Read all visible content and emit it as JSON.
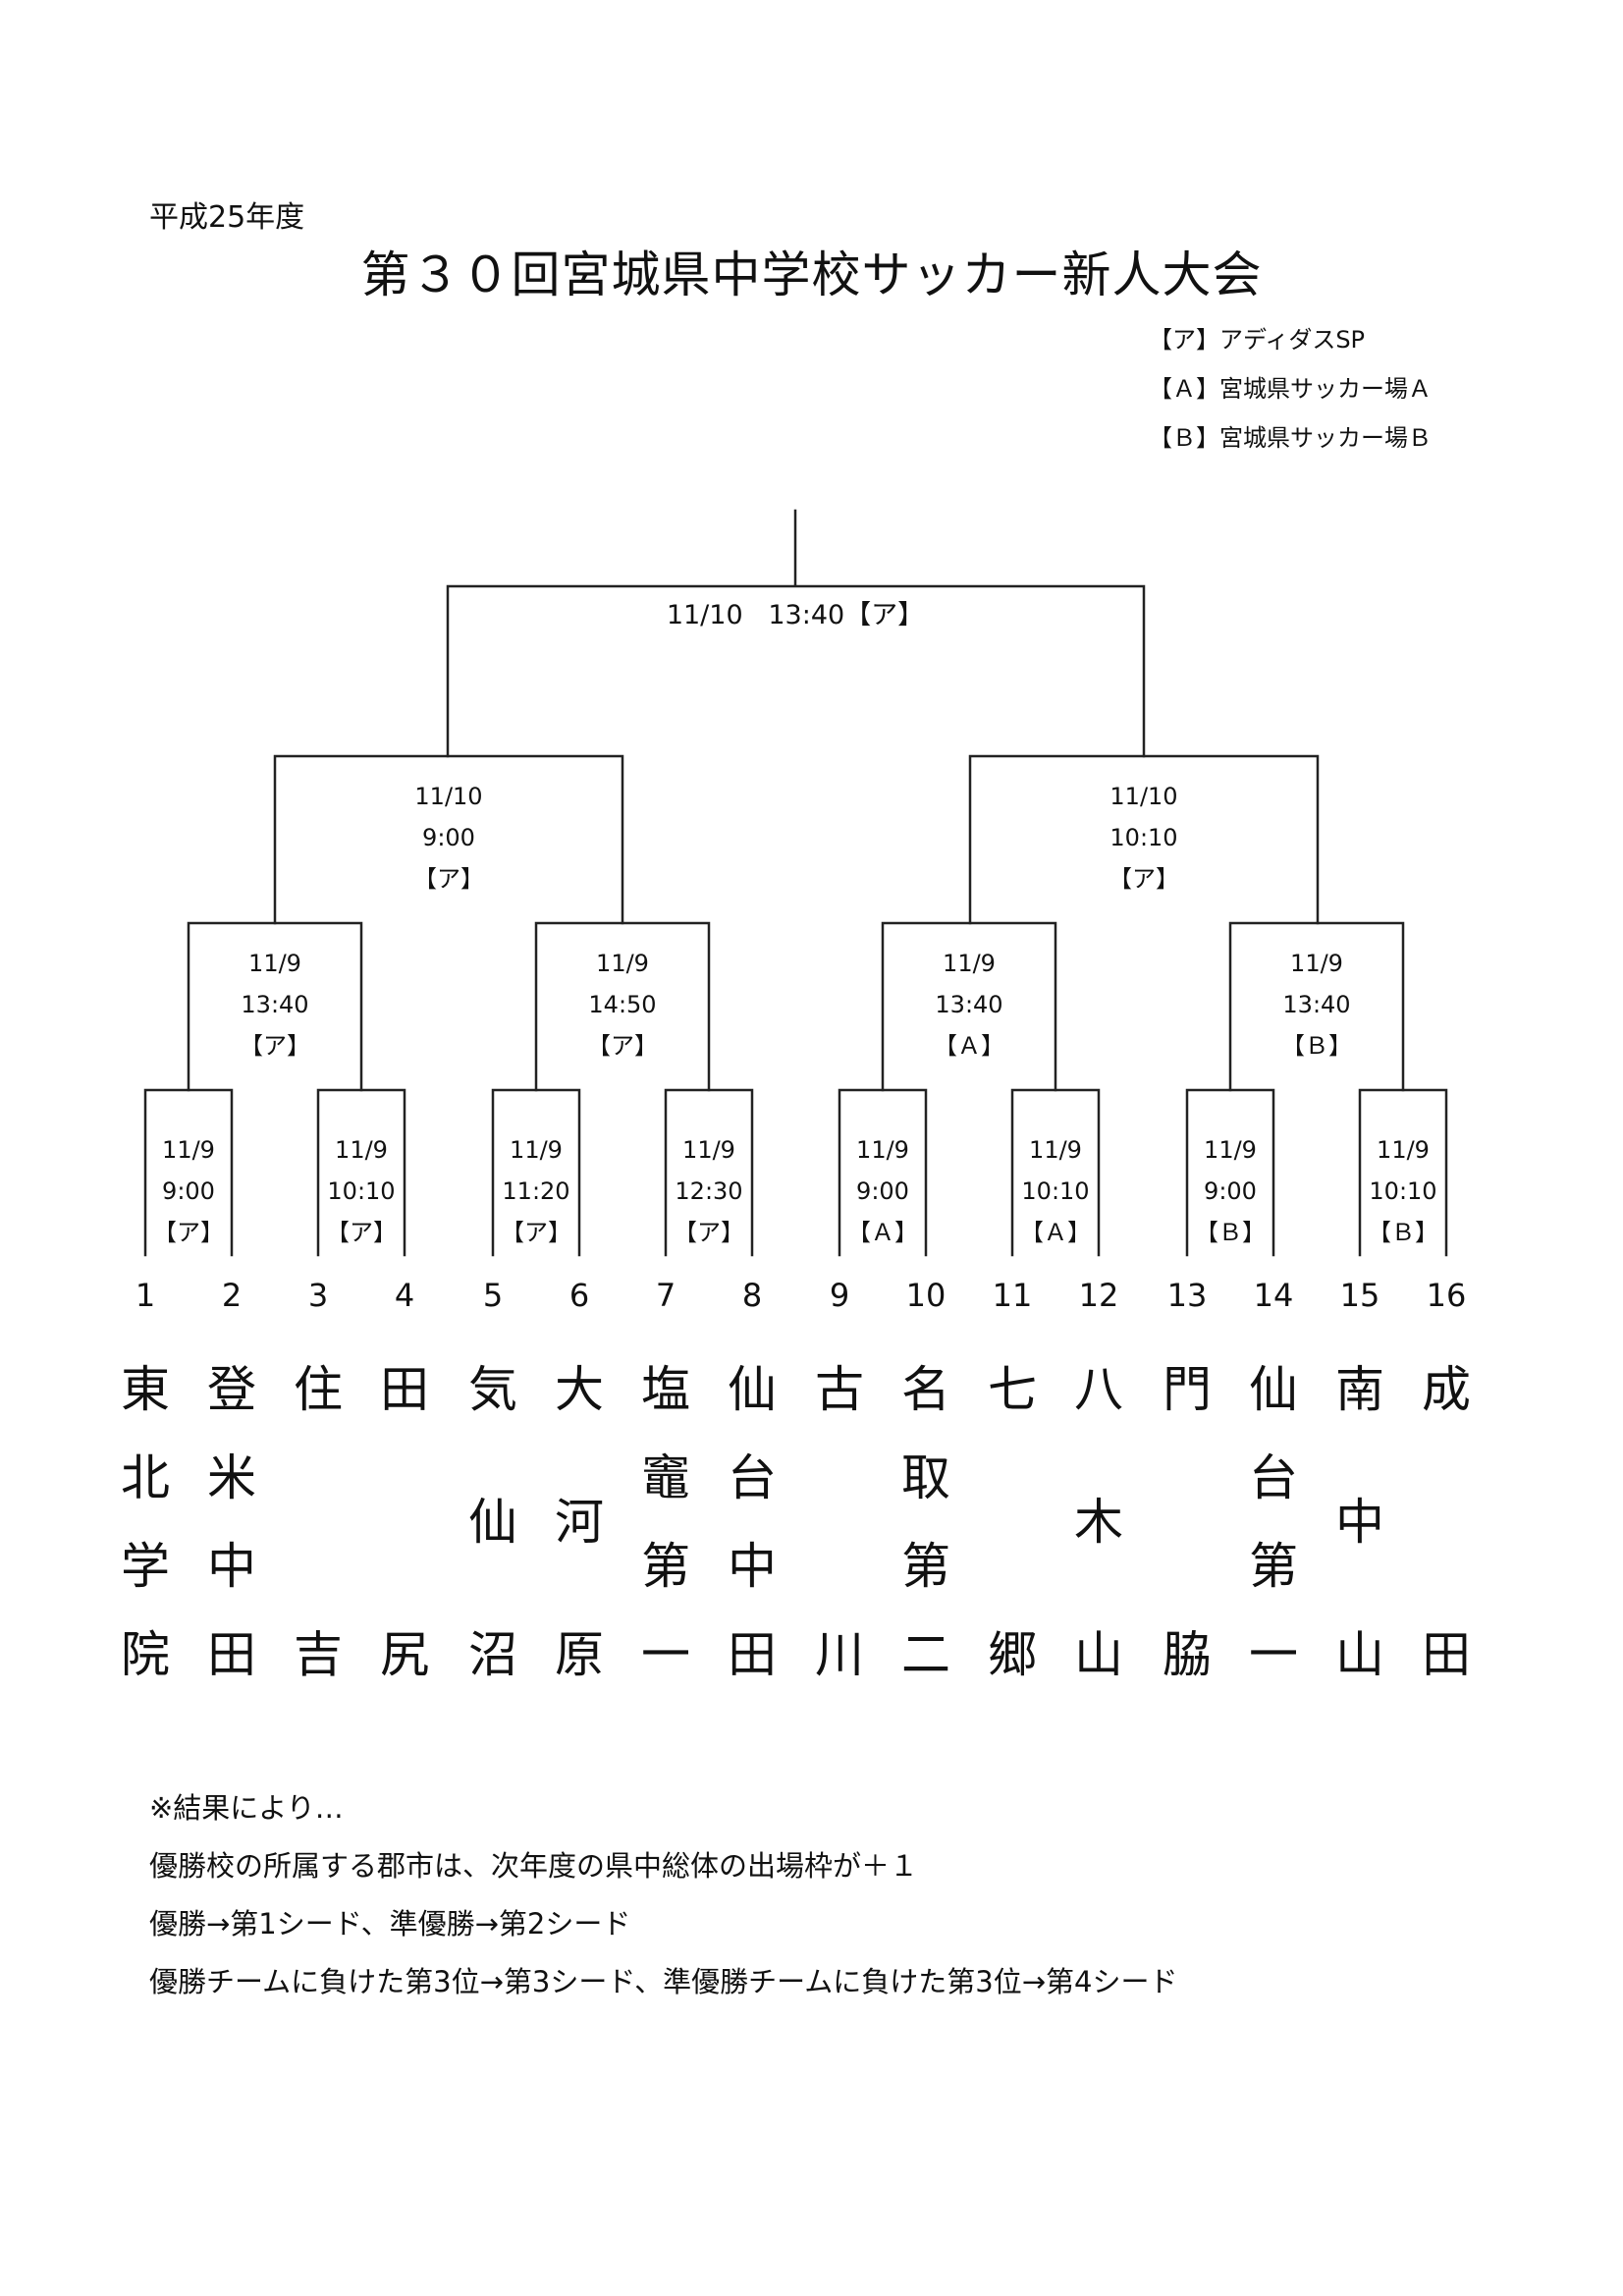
{
  "header": {
    "era": "平成25年度",
    "title": "第３０回宮城県中学校サッカー新人大会"
  },
  "legend": [
    "【ア】アディダスSP",
    "【Ａ】宮城県サッカー場Ａ",
    "【Ｂ】宮城県サッカー場Ｂ"
  ],
  "matches": {
    "final": {
      "date": "11/10",
      "time": "13:40",
      "venue": "【ア】"
    },
    "semis": [
      {
        "date": "11/10",
        "time": "9:00",
        "venue": "【ア】"
      },
      {
        "date": "11/10",
        "time": "10:10",
        "venue": "【ア】"
      }
    ],
    "quarters": [
      {
        "date": "11/9",
        "time": "13:40",
        "venue": "【ア】"
      },
      {
        "date": "11/9",
        "time": "14:50",
        "venue": "【ア】"
      },
      {
        "date": "11/9",
        "time": "13:40",
        "venue": "【Ａ】"
      },
      {
        "date": "11/9",
        "time": "13:40",
        "venue": "【Ｂ】"
      }
    ],
    "first_round": [
      {
        "date": "11/9",
        "time": "9:00",
        "venue": "【ア】"
      },
      {
        "date": "11/9",
        "time": "10:10",
        "venue": "【ア】"
      },
      {
        "date": "11/9",
        "time": "11:20",
        "venue": "【ア】"
      },
      {
        "date": "11/9",
        "time": "12:30",
        "venue": "【ア】"
      },
      {
        "date": "11/9",
        "time": "9:00",
        "venue": "【Ａ】"
      },
      {
        "date": "11/9",
        "time": "10:10",
        "venue": "【Ａ】"
      },
      {
        "date": "11/9",
        "time": "9:00",
        "venue": "【Ｂ】"
      },
      {
        "date": "11/9",
        "time": "10:10",
        "venue": "【Ｂ】"
      }
    ]
  },
  "teams": [
    {
      "seed": "1",
      "name": "東北学院"
    },
    {
      "seed": "2",
      "name": "登米中田"
    },
    {
      "seed": "3",
      "name": "住吉"
    },
    {
      "seed": "4",
      "name": "田尻"
    },
    {
      "seed": "5",
      "name": "気仙沼"
    },
    {
      "seed": "6",
      "name": "大河原"
    },
    {
      "seed": "7",
      "name": "塩竈第一"
    },
    {
      "seed": "8",
      "name": "仙台中田"
    },
    {
      "seed": "9",
      "name": "古川"
    },
    {
      "seed": "10",
      "name": "名取第二"
    },
    {
      "seed": "11",
      "name": "七郷"
    },
    {
      "seed": "12",
      "name": "八木山"
    },
    {
      "seed": "13",
      "name": "門脇"
    },
    {
      "seed": "14",
      "name": "仙台第一"
    },
    {
      "seed": "15",
      "name": "南中山"
    },
    {
      "seed": "16",
      "name": "成田"
    }
  ],
  "notes": [
    "※結果により…",
    "優勝校の所属する郡市は、次年度の県中総体の出場枠が＋１",
    "優勝→第1シード、準優勝→第2シード",
    "優勝チームに負けた第3位→第3シード、準優勝チームに負けた第3位→第4シード"
  ]
}
